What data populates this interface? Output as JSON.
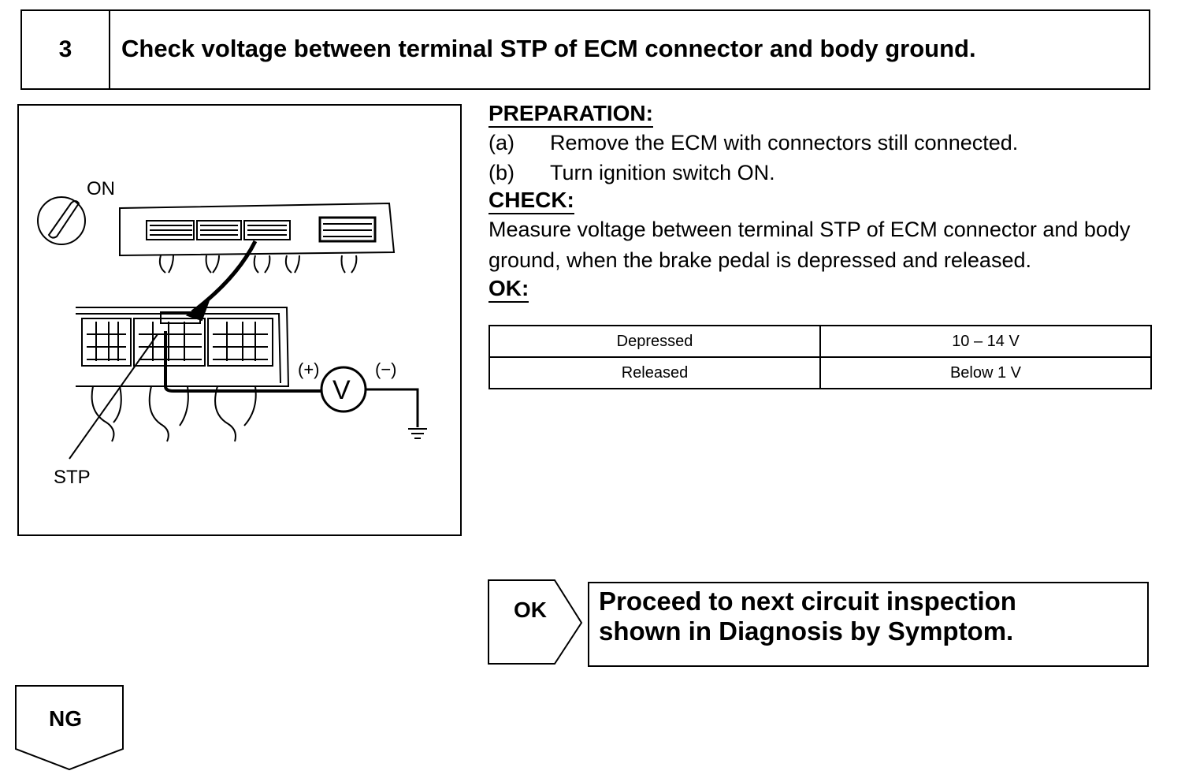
{
  "header": {
    "step_number": "3",
    "title": "Check voltage between terminal STP of ECM connector and body ground."
  },
  "figure": {
    "label_on": "ON",
    "label_plus": "(+)",
    "label_minus": "(−)",
    "meter_symbol": "V",
    "label_stp": "STP"
  },
  "preparation": {
    "heading": "PREPARATION:",
    "steps": [
      {
        "marker": "(a)",
        "text": "Remove the ECM with connectors still connected."
      },
      {
        "marker": "(b)",
        "text": "Turn ignition switch ON."
      }
    ]
  },
  "check": {
    "heading": "CHECK:",
    "text": "Measure voltage between terminal STP of ECM connector and body ground, when the brake pedal is depressed and released."
  },
  "ok": {
    "heading": "OK:",
    "table": [
      [
        "Depressed",
        "10 – 14 V"
      ],
      [
        "Released",
        "Below 1 V"
      ]
    ]
  },
  "result_ok": {
    "label": "OK",
    "line1": "Proceed to next circuit inspection",
    "line2": "shown in Diagnosis by Symptom."
  },
  "result_ng": {
    "label": "NG"
  }
}
